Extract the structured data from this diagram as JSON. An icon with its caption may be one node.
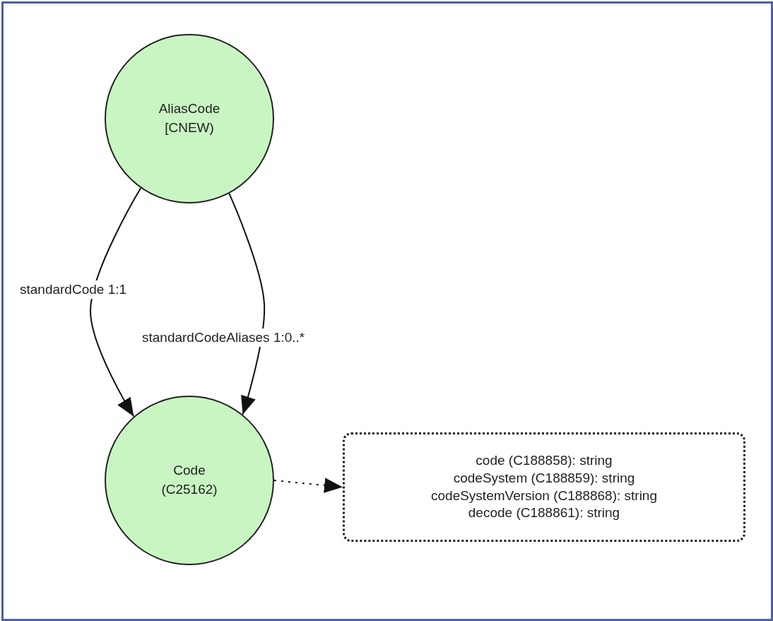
{
  "diagram": {
    "nodes": [
      {
        "text": [
          "AliasCode [CNEW)"
        ]
      },
      {
        "text": [
          "Code (C25162)"
        ]
      },
      {
        "text": [
          "code (C188858): string",
          "codeSystem (C188859): string",
          "codeSystemVersion (C188868): string",
          "decode (C188861): string"
        ]
      }
    ],
    "edges": [
      {
        "from": 0,
        "to": 1,
        "arrow": "to",
        "label": "standardCode 1:1"
      },
      {
        "from": 0,
        "to": 1,
        "arrow": "to",
        "label": "standardCodeAliases 1:0..*"
      },
      {
        "from": 1,
        "to": 2,
        "arrow": "to",
        "style": "dashed"
      }
    ]
  }
}
